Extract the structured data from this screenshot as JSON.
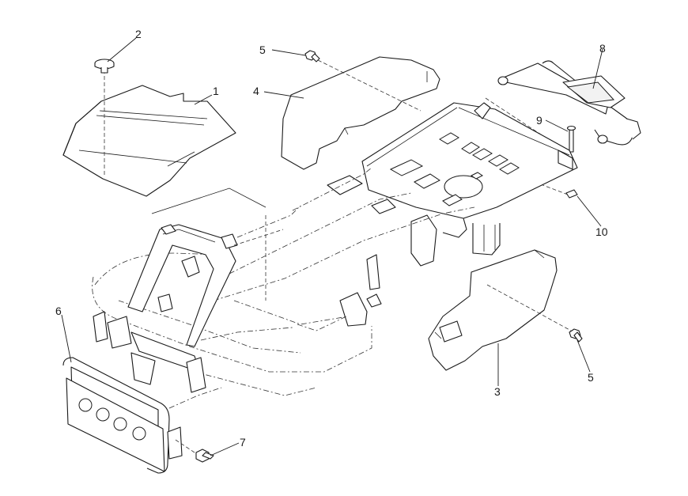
{
  "callouts": [
    {
      "id": "1",
      "label": "1"
    },
    {
      "id": "2",
      "label": "2"
    },
    {
      "id": "3",
      "label": "3"
    },
    {
      "id": "4",
      "label": "4"
    },
    {
      "id": "5a",
      "label": "5"
    },
    {
      "id": "5b",
      "label": "5"
    },
    {
      "id": "6",
      "label": "6"
    },
    {
      "id": "7",
      "label": "7"
    },
    {
      "id": "8",
      "label": "8"
    },
    {
      "id": "9",
      "label": "9"
    },
    {
      "id": "10",
      "label": "10"
    }
  ],
  "colors": {
    "line": "#1a1a1a",
    "background": "#ffffff"
  }
}
